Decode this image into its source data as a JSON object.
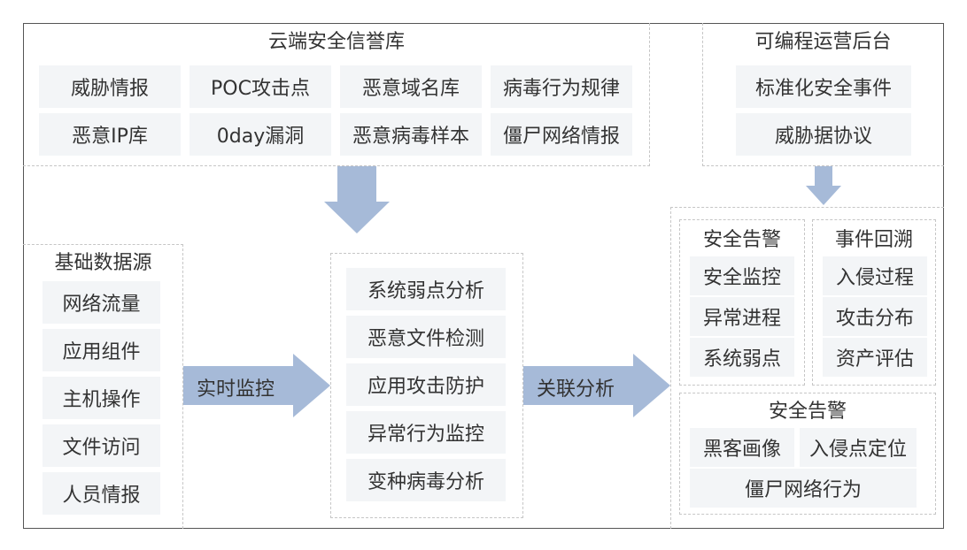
{
  "colors": {
    "arrow": "#a6bad8",
    "cell_bg": "#f3f5f7",
    "dash": "#c6c6c6",
    "text": "#333333"
  },
  "cloud": {
    "title": "云端安全信誉库",
    "items": [
      "威胁情报",
      "POC攻击点",
      "恶意域名库",
      "病毒行为规律",
      "恶意IP库",
      "0day漏洞",
      "恶意病毒样本",
      "僵尸网络情报"
    ]
  },
  "ops": {
    "title": "可编程运营后台",
    "items": [
      "标准化安全事件",
      "威胁据协议"
    ]
  },
  "basic": {
    "title": "基础数据源",
    "items": [
      "网络流量",
      "应用组件",
      "主机操作",
      "文件访问",
      "人员情报"
    ]
  },
  "arrows": {
    "realtime": "实时监控",
    "correlate": "关联分析"
  },
  "analysis": {
    "items": [
      "系统弱点分析",
      "恶意文件检测",
      "应用攻击防护",
      "异常行为监控",
      "变种病毒分析"
    ]
  },
  "alert_top": {
    "title": "安全告警",
    "items": [
      "安全监控",
      "异常进程",
      "系统弱点"
    ]
  },
  "backtrack": {
    "title": "事件回溯",
    "items": [
      "入侵过程",
      "攻击分布",
      "资产评估"
    ]
  },
  "alert_bottom": {
    "title": "安全告警",
    "items": [
      "黑客画像",
      "入侵点定位",
      "僵尸网络行为"
    ]
  }
}
